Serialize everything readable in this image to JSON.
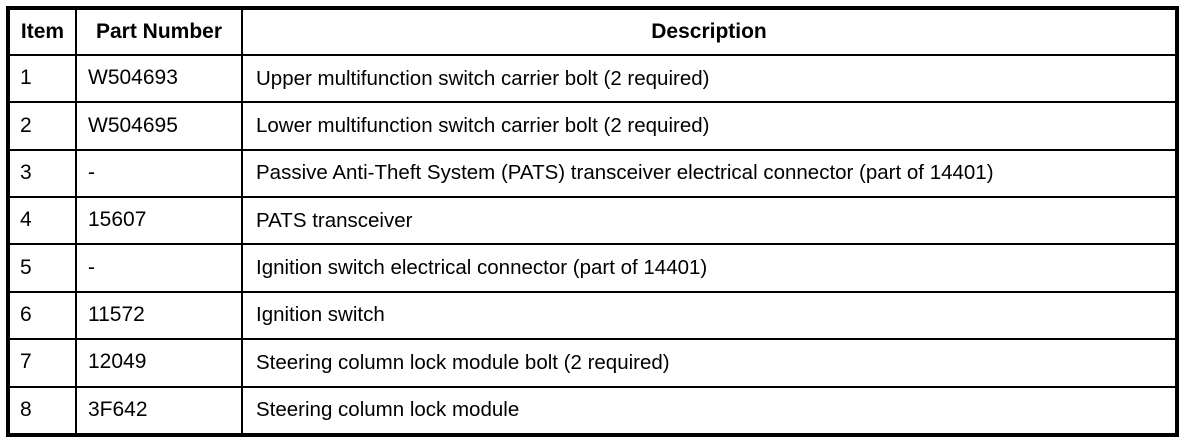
{
  "table": {
    "columns": [
      {
        "key": "item",
        "label": "Item",
        "align": "center"
      },
      {
        "key": "part_number",
        "label": "Part Number",
        "align": "center"
      },
      {
        "key": "description",
        "label": "Description",
        "align": "center"
      }
    ],
    "rows": [
      {
        "item": "1",
        "part_number": "W504693",
        "description": "Upper multifunction switch carrier bolt (2 required)"
      },
      {
        "item": "2",
        "part_number": "W504695",
        "description": "Lower multifunction switch carrier bolt (2 required)"
      },
      {
        "item": "3",
        "part_number": "-",
        "description": "Passive Anti-Theft System (PATS) transceiver electrical connector (part of 14401)"
      },
      {
        "item": "4",
        "part_number": "15607",
        "description": "PATS transceiver"
      },
      {
        "item": "5",
        "part_number": "-",
        "description": "Ignition switch electrical connector (part of 14401)"
      },
      {
        "item": "6",
        "part_number": "11572",
        "description": "Ignition switch"
      },
      {
        "item": "7",
        "part_number": "12049",
        "description": "Steering column lock module bolt (2 required)"
      },
      {
        "item": "8",
        "part_number": "3F642",
        "description": "Steering column lock module"
      }
    ]
  },
  "colors": {
    "border": "#000000",
    "background": "#ffffff",
    "text": "#000000"
  }
}
